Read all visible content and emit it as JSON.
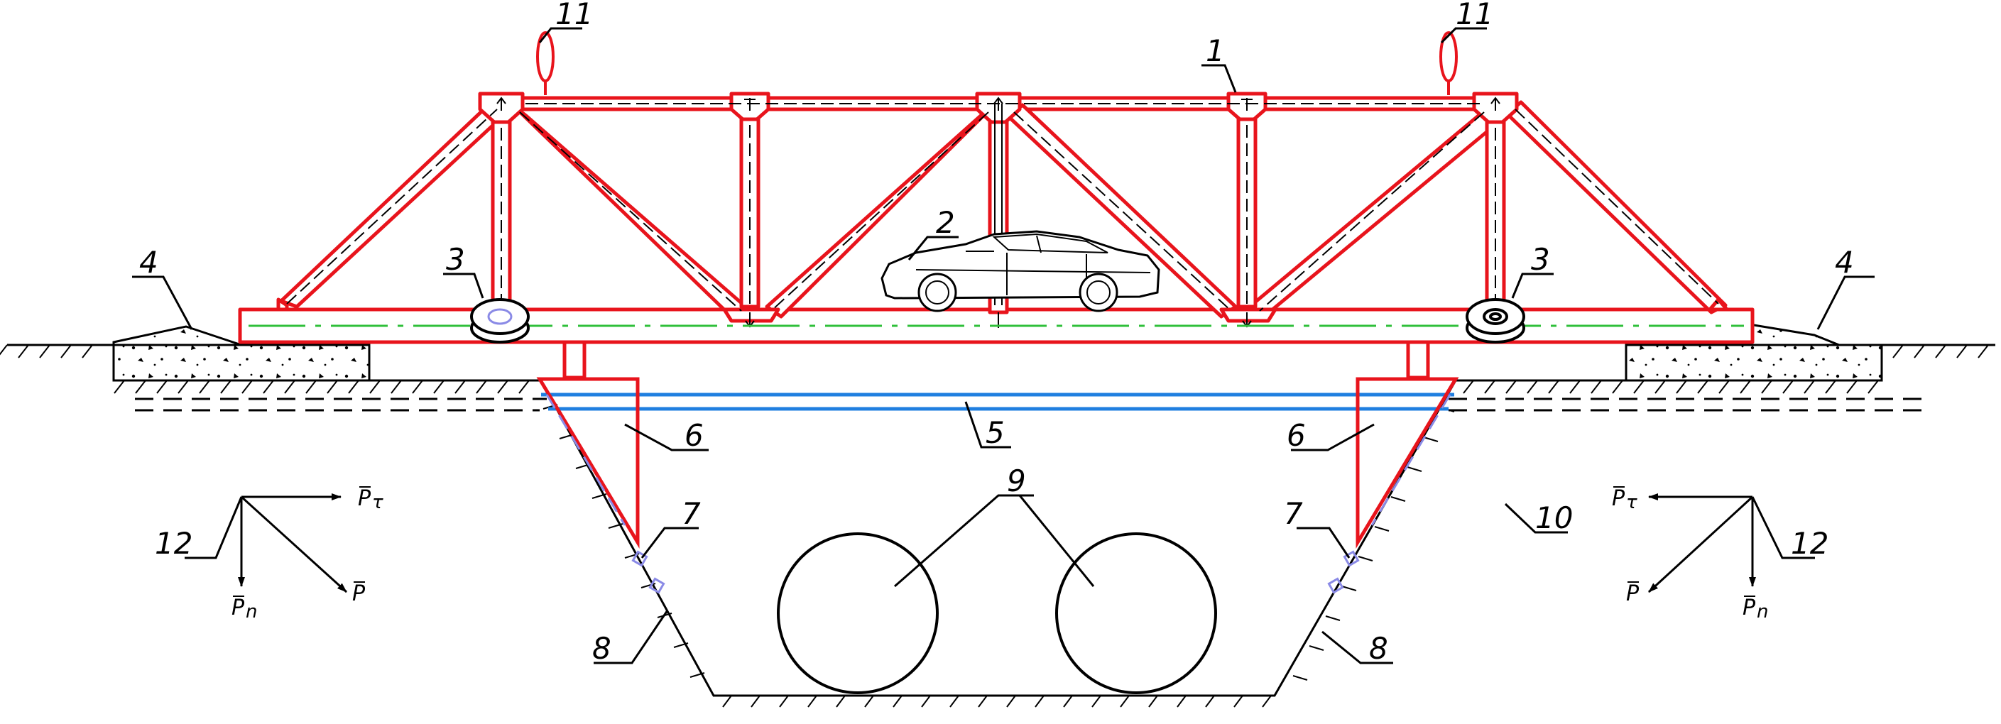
{
  "labels": {
    "l1": "1",
    "l2": "2",
    "l3_left": "3",
    "l3_right": "3",
    "l4_left": "4",
    "l4_right": "4",
    "l5": "5",
    "l6_left": "6",
    "l6_right": "6",
    "l7_left": "7",
    "l7_right": "7",
    "l8_left": "8",
    "l8_right": "8",
    "l9": "9",
    "l10": "10",
    "l11_left": "11",
    "l11_right": "11",
    "l12_left": "12",
    "l12_right": "12"
  },
  "vectors": {
    "P_letter": "P",
    "tau_sub": "τ",
    "n_sub": "n"
  },
  "colors": {
    "truss": "#e8141c",
    "ink": "#000000",
    "water": "#1f7fe0",
    "centerline": "#2fbf3a",
    "joint": "#8a8ae6"
  }
}
